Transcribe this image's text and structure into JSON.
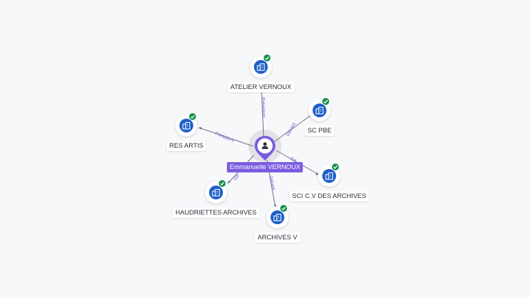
{
  "graph": {
    "center": {
      "name": "Emmanuelle VERNOUX",
      "icon": "person-icon",
      "color": "#7b5ce0"
    },
    "companies": [
      {
        "name": "ATELIER VERNOUX",
        "icon": "building-icon",
        "badge": "check-icon"
      },
      {
        "name": "SC PBE",
        "icon": "building-icon",
        "badge": "check-icon"
      },
      {
        "name": "RES ARTIS",
        "icon": "building-icon",
        "badge": "check-icon"
      },
      {
        "name": "SCI C.V DES ARCHIVES",
        "icon": "building-icon",
        "badge": "check-icon"
      },
      {
        "name": "HAUDRIETTES ARCHIVES",
        "icon": "building-icon",
        "badge": "check-icon"
      },
      {
        "name": "ARCHIVES V",
        "icon": "building-icon",
        "badge": "check-icon"
      }
    ],
    "edges": [
      {
        "target": "ATELIER VERNOUX",
        "label": "Président"
      },
      {
        "target": "SC PBE",
        "label": "Gérant"
      },
      {
        "target": "RES ARTIS",
        "label": "Président"
      },
      {
        "target": "SCI C.V DES ARCHIVES",
        "label": "Gé"
      },
      {
        "target": "HAUDRIETTES ARCHIVES",
        "label": "Gé"
      },
      {
        "target": "ARCHIVES V",
        "label": "Gérant"
      }
    ],
    "colors": {
      "company_icon": "#1d5ec9",
      "check_badge": "#17904a",
      "edge": "#6f6a82",
      "edge_label": "#6c5fd3",
      "background": "#f7f8fa"
    }
  }
}
